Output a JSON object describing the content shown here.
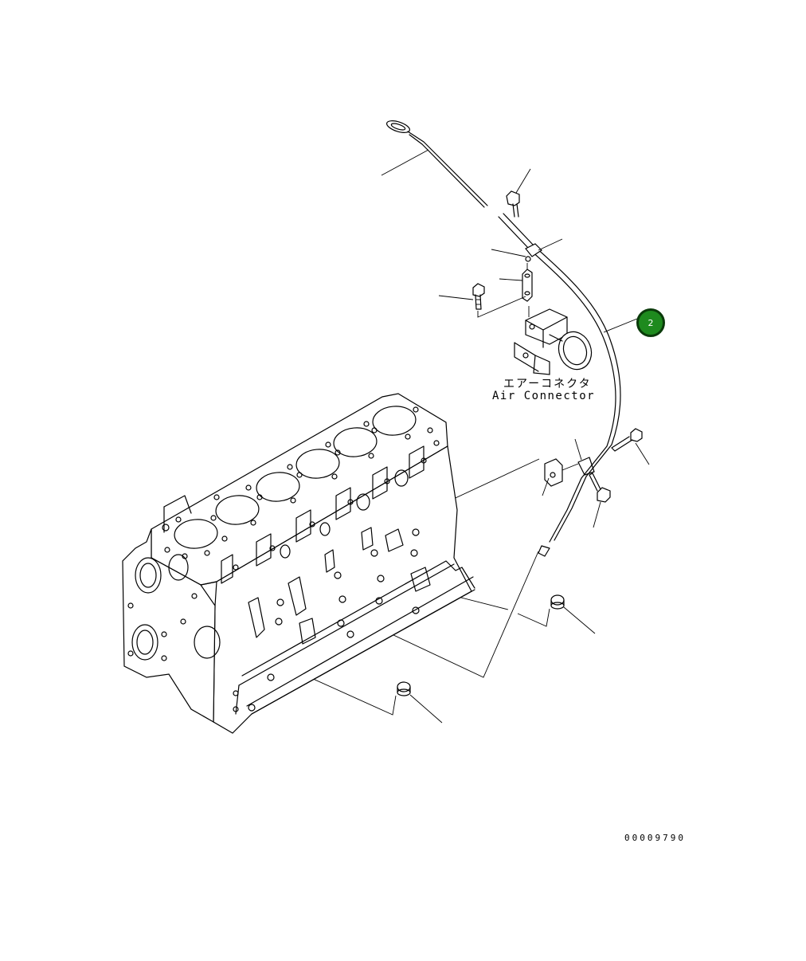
{
  "part_label": {
    "japanese": "エアーコネクタ",
    "english": "Air Connector"
  },
  "callout_badge": {
    "number": "2",
    "color": "#1e8a1e"
  },
  "drawing_number": "00009790"
}
